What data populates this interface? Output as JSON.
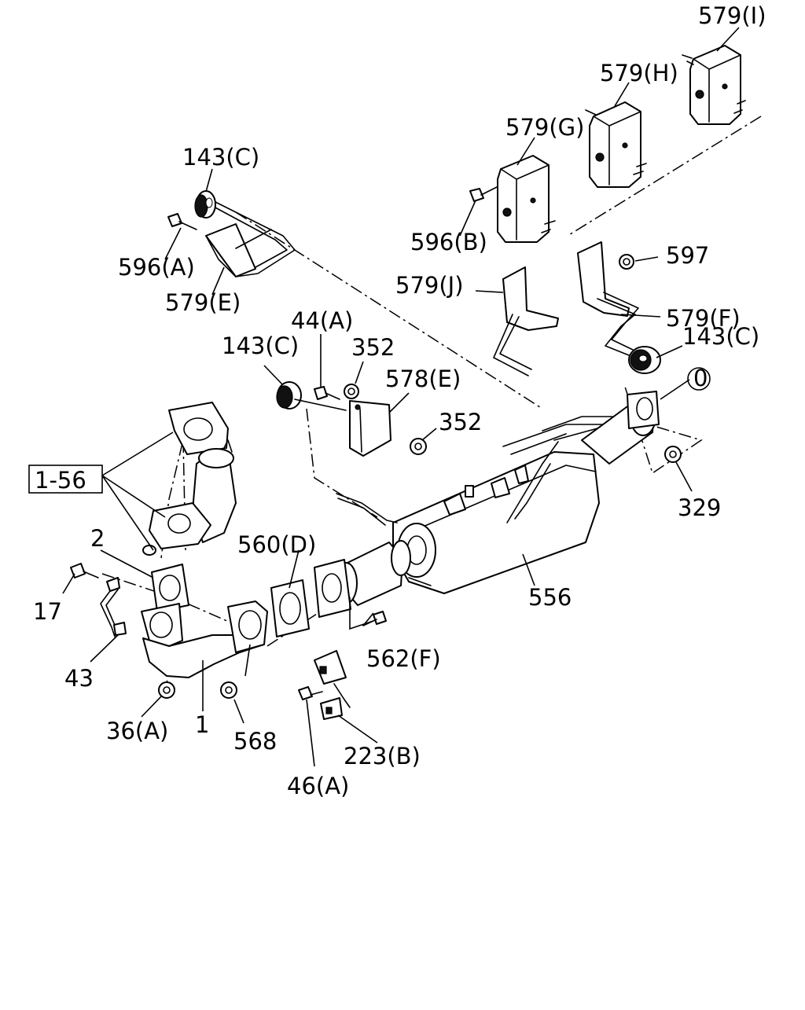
{
  "diagram": {
    "callouts": [
      {
        "id": "579-I",
        "text": "579(I)"
      },
      {
        "id": "579-H",
        "text": "579(H)"
      },
      {
        "id": "579-G",
        "text": "579(G)"
      },
      {
        "id": "143-C-top",
        "text": "143(C)"
      },
      {
        "id": "596-A",
        "text": "596(A)"
      },
      {
        "id": "579-E",
        "text": "579(E)"
      },
      {
        "id": "596-B",
        "text": "596(B)"
      },
      {
        "id": "597",
        "text": "597"
      },
      {
        "id": "579-J",
        "text": "579(J)"
      },
      {
        "id": "579-F",
        "text": "579(F)"
      },
      {
        "id": "143-C-right",
        "text": "143(C)"
      },
      {
        "id": "44-A",
        "text": "44(A)"
      },
      {
        "id": "143-C-mid",
        "text": "143(C)"
      },
      {
        "id": "352-upper",
        "text": "352"
      },
      {
        "id": "578-E",
        "text": "578(E)"
      },
      {
        "id": "352-lower",
        "text": "352"
      },
      {
        "id": "circle-0",
        "text": "0"
      },
      {
        "id": "1-56",
        "text": "1-56"
      },
      {
        "id": "329",
        "text": "329"
      },
      {
        "id": "2",
        "text": "2"
      },
      {
        "id": "560-D",
        "text": "560(D)"
      },
      {
        "id": "17",
        "text": "17"
      },
      {
        "id": "556",
        "text": "556"
      },
      {
        "id": "562-F",
        "text": "562(F)"
      },
      {
        "id": "43",
        "text": "43"
      },
      {
        "id": "36-A",
        "text": "36(A)"
      },
      {
        "id": "1",
        "text": "1"
      },
      {
        "id": "568",
        "text": "568"
      },
      {
        "id": "223-B",
        "text": "223(B)"
      },
      {
        "id": "46-A",
        "text": "46(A)"
      }
    ]
  }
}
